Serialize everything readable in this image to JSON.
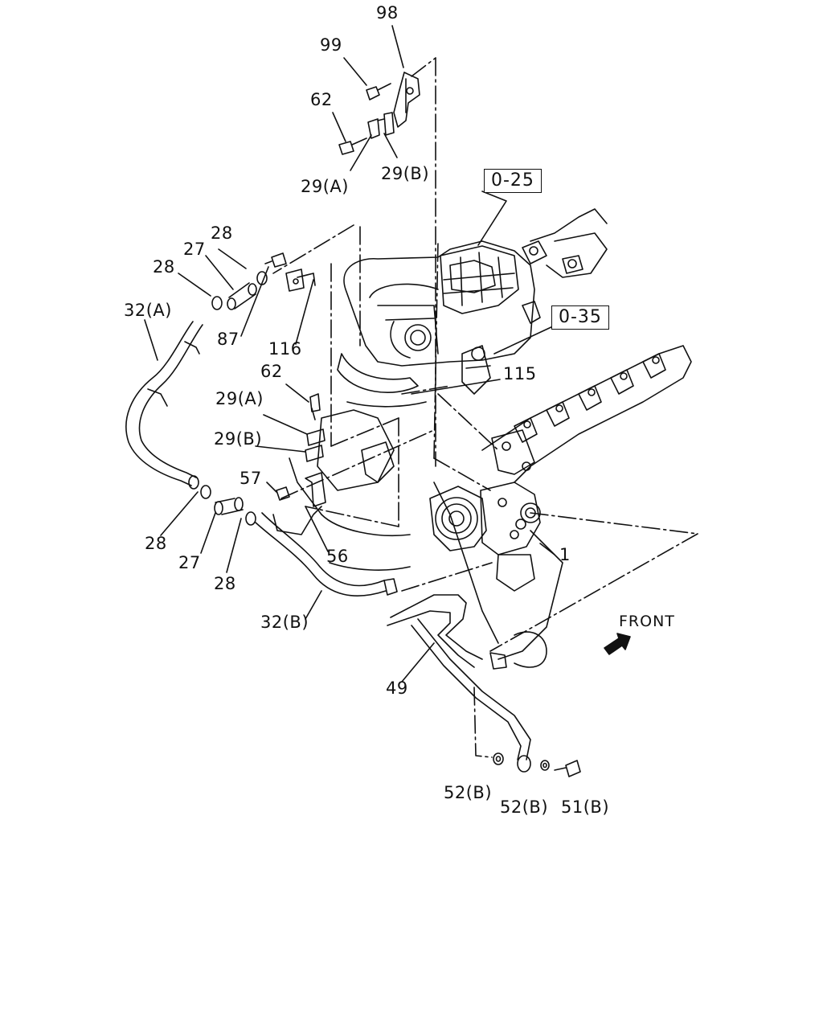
{
  "callouts": {
    "c98": "98",
    "c99": "99",
    "c62_top": "62",
    "c29a_top": "29(A)",
    "c29b_top": "29(B)",
    "c28_a": "28",
    "c27_top": "27",
    "c28_b": "28",
    "c32a": "32(A)",
    "c87": "87",
    "c116": "116",
    "c62_mid": "62",
    "c29a_mid": "29(A)",
    "c29b_mid": "29(B)",
    "c57": "57",
    "c28_c": "28",
    "c27_bot": "27",
    "c28_d": "28",
    "c56": "56",
    "c32b": "32(B)",
    "c115": "115",
    "c1": "1",
    "c49": "49",
    "c52b_1": "52(B)",
    "c52b_2": "52(B)",
    "c51b": "51(B)"
  },
  "references": {
    "ref_025": "0-25",
    "ref_035": "0-35"
  },
  "front_label": "FRONT"
}
